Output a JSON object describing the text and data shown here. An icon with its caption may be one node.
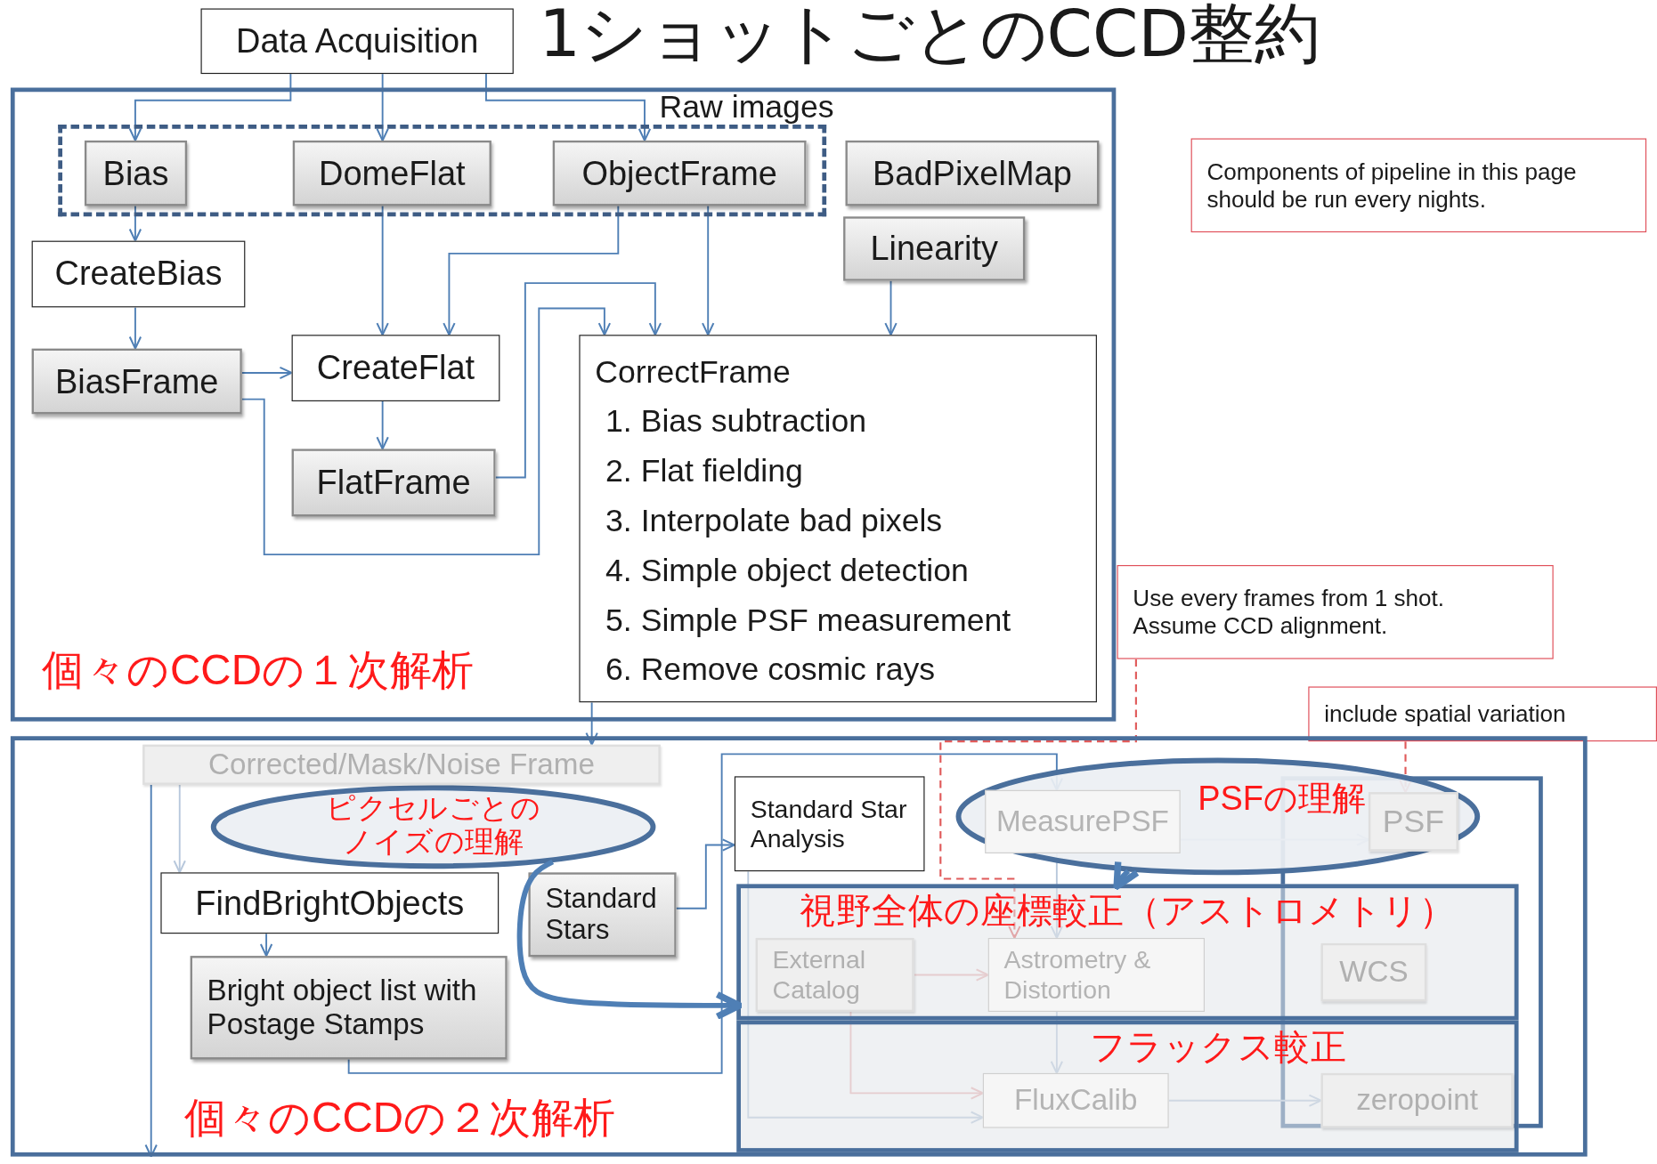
{
  "diagram": {
    "title": "1ショットごとのCCD整約",
    "nodes": [
      {
        "text": [
          "Data Acquisition"
        ]
      },
      {
        "text": [
          "個々のCCDの１次解析"
        ]
      },
      {
        "text": [
          "Raw images"
        ],
        "in": 1
      },
      {
        "text": [
          "Bias"
        ],
        "in": 2
      },
      {
        "text": [
          "DomeFlat"
        ],
        "in": 2
      },
      {
        "text": [
          "ObjectFrame"
        ],
        "in": 2
      },
      {
        "text": [
          "BadPixelMap"
        ],
        "in": 1
      },
      {
        "text": [
          "Linearity"
        ],
        "in": 1
      },
      {
        "text": [
          "CreateBias"
        ],
        "in": 1
      },
      {
        "text": [
          "BiasFrame"
        ],
        "in": 1
      },
      {
        "text": [
          "CreateFlat"
        ],
        "in": 1
      },
      {
        "text": [
          "FlatFrame"
        ],
        "in": 1
      },
      {
        "text": [
          "CorrectFrame",
          "1. Bias subtraction",
          "2. Flat fielding",
          "3. Interpolate bad pixels",
          "4. Simple object detection",
          "5. Simple PSF measurement",
          "6. Remove cosmic rays"
        ],
        "in": 1
      },
      {
        "text": [
          "Components of pipeline in this page should be run every nights."
        ]
      },
      {
        "text": [
          "Use every frames from 1 shot.",
          "Assume CCD alignment."
        ]
      },
      {
        "text": [
          "include spatial variation"
        ]
      },
      {
        "text": [
          "個々のCCDの２次解析"
        ]
      },
      {
        "text": [
          "ピクセルごとのノイズの理解"
        ],
        "in": 16
      },
      {
        "text": [
          "Corrected/Mask/Noise Frame"
        ],
        "in": 16
      },
      {
        "text": [
          "Standard Stars"
        ],
        "in": 16
      },
      {
        "text": [
          "FindBrightObjects"
        ],
        "in": 16
      },
      {
        "text": [
          "Bright object list with Postage Stamps"
        ],
        "in": 16
      },
      {
        "text": [
          "Standard Star Analysis"
        ],
        "in": 16
      },
      {
        "text": [
          "PSFの理解"
        ],
        "in": 16
      },
      {
        "text": [
          "MeasurePSF"
        ],
        "in": 23
      },
      {
        "text": [
          "PSF"
        ],
        "in": 23
      },
      {
        "text": [
          "視野全体の座標較正（アストロメトリ）"
        ],
        "in": 16
      },
      {
        "text": [
          "External Catalog"
        ],
        "in": 26
      },
      {
        "text": [
          "Astrometry & Distortion"
        ],
        "in": 26
      },
      {
        "text": [
          "WCS"
        ],
        "in": 26
      },
      {
        "text": [
          "フラックス較正"
        ],
        "in": 16
      },
      {
        "text": [
          "FluxCalib"
        ],
        "in": 30
      },
      {
        "text": [
          "zeropoint"
        ],
        "in": 30
      }
    ],
    "edges": [
      {
        "from": 0,
        "to": 3,
        "arrow": "to"
      },
      {
        "from": 0,
        "to": 4,
        "arrow": "to"
      },
      {
        "from": 0,
        "to": 5,
        "arrow": "to"
      },
      {
        "from": 3,
        "to": 8,
        "arrow": "to"
      },
      {
        "from": 8,
        "to": 9,
        "arrow": "to"
      },
      {
        "from": 9,
        "to": 10,
        "arrow": "to"
      },
      {
        "from": 4,
        "to": 10,
        "arrow": "to"
      },
      {
        "from": 10,
        "to": 11,
        "arrow": "to"
      },
      {
        "from": 5,
        "to": 10,
        "arrow": "to"
      },
      {
        "from": 11,
        "to": 12,
        "arrow": "to"
      },
      {
        "from": 9,
        "to": 12,
        "arrow": "to"
      },
      {
        "from": 5,
        "to": 12,
        "arrow": "to"
      },
      {
        "from": 7,
        "to": 12,
        "arrow": "to"
      },
      {
        "from": 12,
        "to": 18,
        "arrow": "to"
      },
      {
        "from": 18,
        "to": 20,
        "arrow": "to",
        "color": "#b8c8dc"
      },
      {
        "from": 20,
        "to": 21,
        "arrow": "to"
      },
      {
        "from": 19,
        "to": 22,
        "arrow": "to"
      },
      {
        "from": 21,
        "to": 24,
        "arrow": "to"
      },
      {
        "from": 22,
        "to": 31,
        "arrow": "to",
        "color": "#b8c8dc"
      },
      {
        "from": 27,
        "to": 31,
        "arrow": "to",
        "color": "#eab0b0"
      },
      {
        "from": 27,
        "to": 28,
        "arrow": "to",
        "color": "#eab0b0"
      },
      {
        "from": 24,
        "to": 25,
        "arrow": "to",
        "color": "#b8c8dc"
      },
      {
        "from": 24,
        "to": 28,
        "arrow": "to",
        "color": "#b8c8dc"
      },
      {
        "from": 28,
        "to": 31,
        "arrow": "to",
        "color": "#b8c8dc"
      },
      {
        "from": 31,
        "to": 32,
        "arrow": "to",
        "color": "#b8c8dc"
      },
      {
        "from": 17,
        "to": 26,
        "arrow": "to",
        "style": "thick"
      },
      {
        "from": 23,
        "to": 26,
        "arrow": "to",
        "style": "thick"
      },
      {
        "from": 14,
        "to": 28,
        "arrow": "to",
        "style": "dashed",
        "color": "#e05a5a"
      },
      {
        "from": 15,
        "to": 25,
        "arrow": "to",
        "style": "dashed",
        "color": "#e05a5a"
      },
      {
        "from": 18,
        "to": 16,
        "arrow": "to"
      }
    ]
  }
}
